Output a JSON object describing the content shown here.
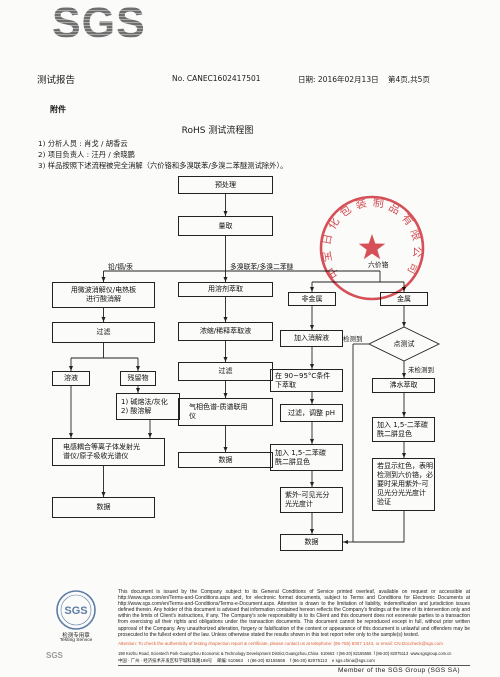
{
  "header": {
    "logo_text": "SGS",
    "report_label": "测试报告",
    "report_no": "No. CANEC1602417501",
    "date": "日期: 2016年02月13日",
    "page": "第4页,共5页"
  },
  "intro": {
    "appendix": "附件",
    "title": "RoHS 测试流程图",
    "notes": [
      "1) 分析人员 : 肖戈 / 胡香云",
      "2) 项目负责人 : 汪丹 / 余晓鹏",
      "3) 样品按照下述流程被完全消解（六价铬和多溴联苯/多溴二苯醚测试除外）。"
    ]
  },
  "flow": {
    "pretreatment": "预处理",
    "weighing": "量取",
    "branches": {
      "heavy_metals": "铅/镉/汞",
      "brominated": "多溴联苯/多溴二苯醚",
      "hexavalent_cr": "六价铬"
    },
    "metals": {
      "digestion": "用微波消解仪/电热板\n进行酸消解",
      "filtration": "过滤",
      "solution": "溶液",
      "residue": "残留物",
      "residue_treatment": "1) 碱熔法/灰化\n2) 酸溶解",
      "instrument": "电感耦合等离子体发射光\n谱仪/原子吸收光谱仪",
      "data": "数据"
    },
    "brominated": {
      "extraction": "用溶剂萃取",
      "concentration": "浓缩/稀释萃取液",
      "filtration": "过滤",
      "instrument": "气相色谱-质谱联用\n仪",
      "data": "数据"
    },
    "cr6": {
      "non_metal": "非金属",
      "metal": "金属",
      "non_metal_steps": [
        "加入消解液",
        "在 90~95°C条件\n下萃取",
        "过滤，调整 pH",
        "加入 1,5-二苯碳\n酰二肼显色",
        "紫外-可见光分\n光光度计",
        "数据"
      ],
      "spot_test": "点测试",
      "detected": "检测到",
      "not_detected": "未检测到",
      "metal_steps": [
        "沸水萃取",
        "加入 1,5-二苯碳\n酰二肼显色",
        "若显示红色，表明\n检测到六价铬，必\n要时采用紫外-可\n见光分光光度计\n验证"
      ]
    }
  },
  "stamp": {
    "text": "中宝日化包装制品有限公司"
  },
  "footer": {
    "stamp_logo": "SGS",
    "stamp_label_cn": "检测专用章",
    "stamp_label_en": "Testing Service",
    "disclaimer": "This document is issued by the Company subject to its General Conditions of Service printed overleaf, available on request or accessible at http://www.sgs.com/en/Terms-and-Conditions.aspx and, for electronic format documents, subject to Terms and Conditions for Electronic Documents at http://www.sgs.com/en/Terms-and-Conditions/Terms-e-Document.aspx. Attention is drawn to the limitation of liability, indemnification and jurisdiction issues defined therein. Any holder of this document is advised that information contained hereon reflects the Company's findings at the time of its intervention only and within the limits of Client's instructions, if any. The Company's sole responsibility is to its Client and this document does not exonerate parties to a transaction from exercising all their rights and obligations under the transaction documents. This document cannot be reproduced except in full, without prior written approval of the Company. Any unauthorized alteration, forgery or falsification of the content or appearance of this document is unlawful and offenders may be prosecuted to the fullest extent of the law. Unless otherwise stated the results shown in this test report refer only to the sample(s) tested.",
    "attention": "Attention: To check the authenticity of testing /inspection report & certificate, please contact us at telephone: (86-755) 8307 1443, or email: CN.Doccheck@sgs.com",
    "address_en": "198 Kezhu Road, Scientech Park Guangzhou Economic & Technology Development District,Guangzhou,China  510663  t (86-20) 82155555  f (86-20) 82075113  www.sgsgroup.com.cn",
    "address_cn": "中国 · 广州 · 经济技术开发区科学城科珠路198号    邮编: 510663    t (86-20) 82155555    f (86-20) 82075113    e sgs.china@sgs.com",
    "small_logo": "SGS",
    "member": "Member of the SGS Group (SGS SA)"
  },
  "colors": {
    "stamp_red": "#d3323b",
    "attention": "#e0623a",
    "stamp_blue": "#5d7ca6",
    "sgs_grey": "#7f7f7f"
  }
}
